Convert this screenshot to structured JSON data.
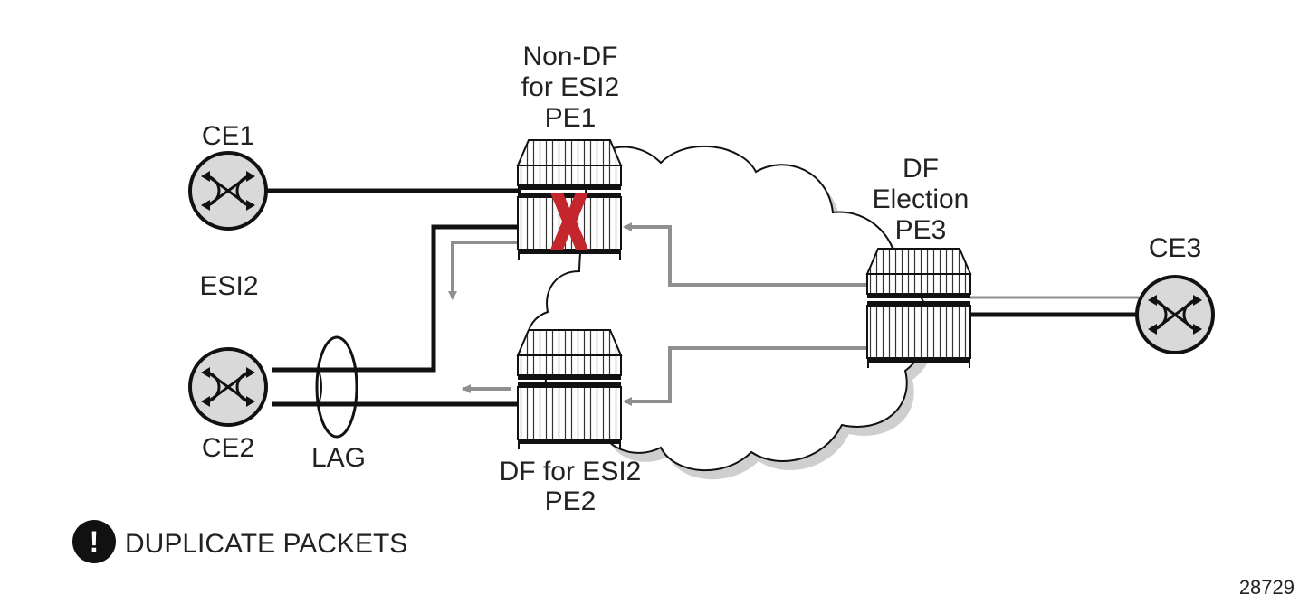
{
  "labels": {
    "ce1": "CE1",
    "ce2": "CE2",
    "ce3": "CE3",
    "esi": "ESI2",
    "lag": "LAG",
    "pe1_line1": "Non-DF",
    "pe1_line2": "for ESI2",
    "pe1_line3": "PE1",
    "pe2_line1": "DF for ESI2",
    "pe2_line2": "PE2",
    "pe3_line1": "DF",
    "pe3_line2": "Election",
    "pe3_line3": "PE3"
  },
  "legend": {
    "icon_text": "!",
    "text": "DUPLICATE PACKETS"
  },
  "figure_id": "28729",
  "colors": {
    "cloud_shadow": "#cfcfcf",
    "cloud_outline": "#111111",
    "traffic_arrow": "#8f8f8f",
    "link": "#111111",
    "router_fill": "#d9d9d9",
    "block_mark": "#c4262e"
  }
}
